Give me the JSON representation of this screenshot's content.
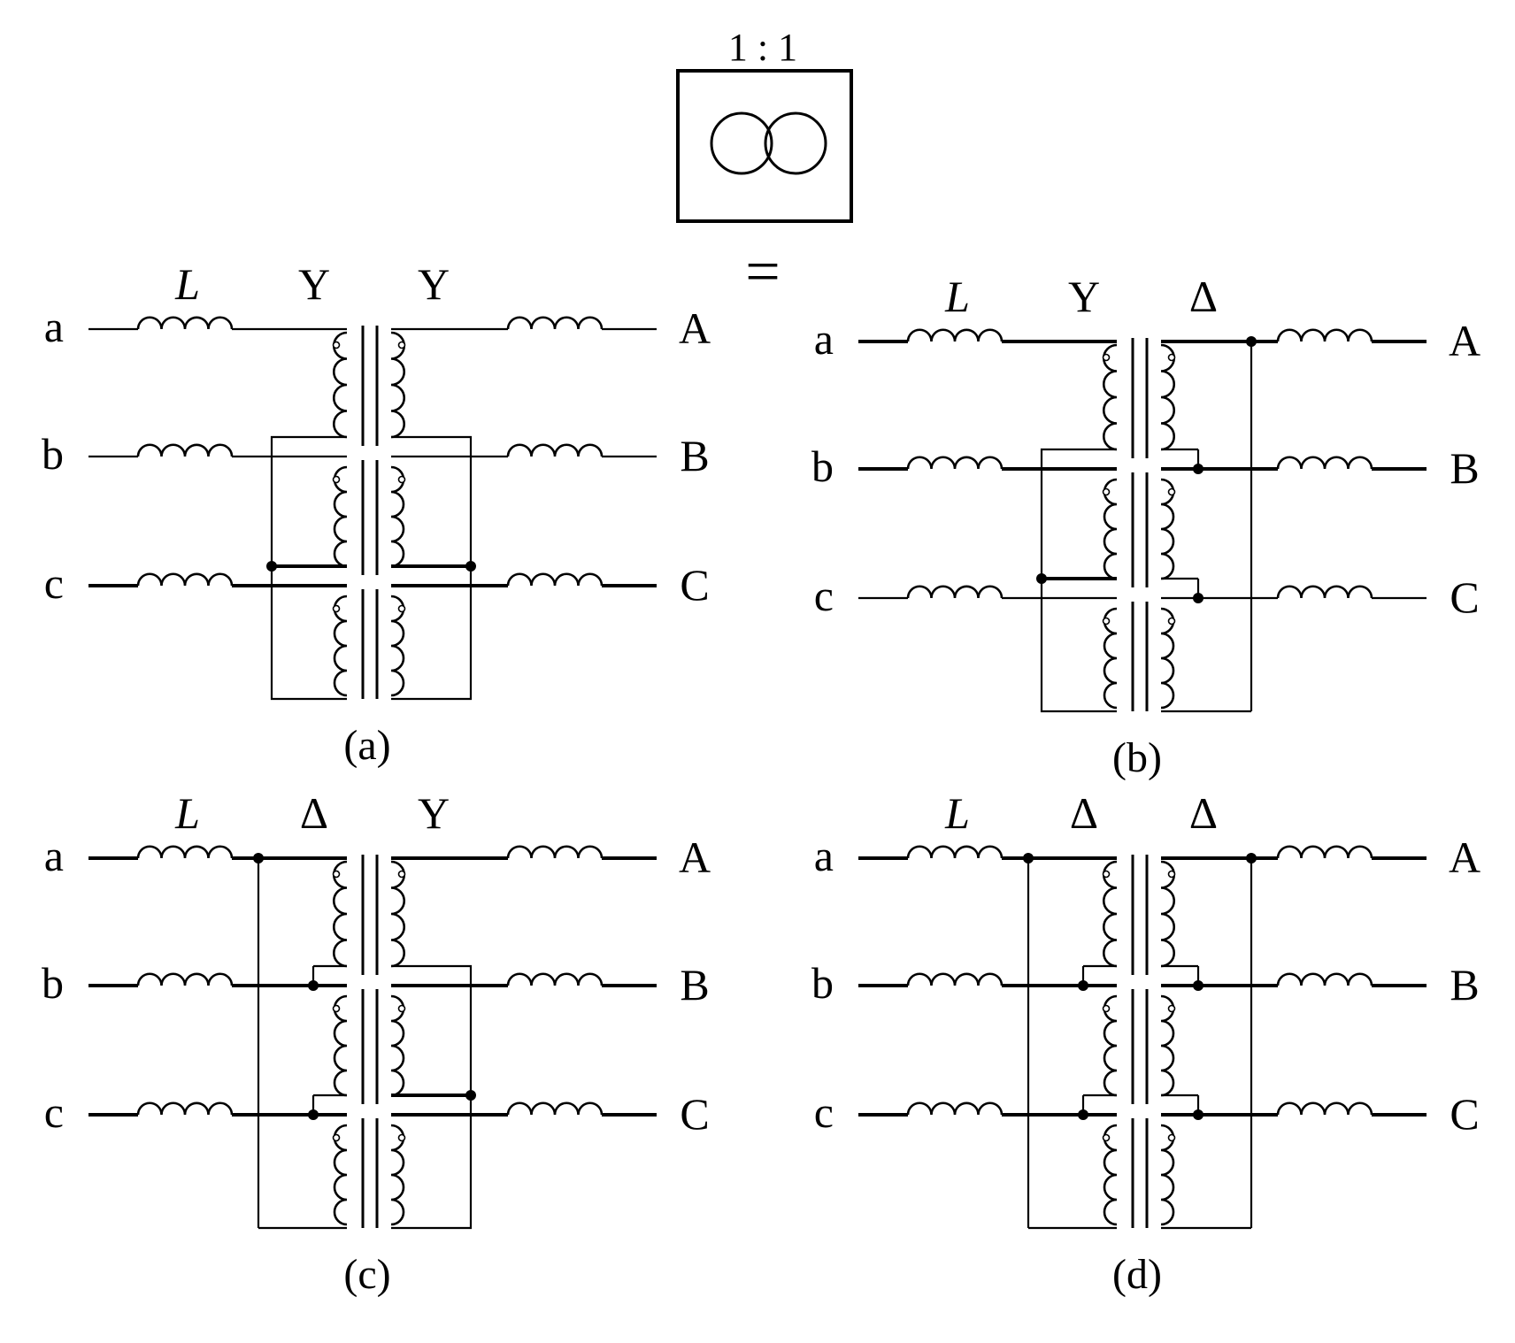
{
  "symbol": {
    "ratio": "1 : 1",
    "equals": "="
  },
  "panels": [
    {
      "id": "a",
      "caption": "(a)",
      "inductor_label": "L",
      "left_connection": "Y",
      "right_connection": "Y",
      "left_phases": [
        "a",
        "b",
        "c"
      ],
      "right_phases": [
        "A",
        "B",
        "C"
      ]
    },
    {
      "id": "b",
      "caption": "(b)",
      "inductor_label": "L",
      "left_connection": "Y",
      "right_connection": "Δ",
      "left_phases": [
        "a",
        "b",
        "c"
      ],
      "right_phases": [
        "A",
        "B",
        "C"
      ]
    },
    {
      "id": "c",
      "caption": "(c)",
      "inductor_label": "L",
      "left_connection": "Δ",
      "right_connection": "Y",
      "left_phases": [
        "a",
        "b",
        "c"
      ],
      "right_phases": [
        "A",
        "B",
        "C"
      ]
    },
    {
      "id": "d",
      "caption": "(d)",
      "inductor_label": "L",
      "left_connection": "Δ",
      "right_connection": "Δ",
      "left_phases": [
        "a",
        "b",
        "c"
      ],
      "right_phases": [
        "A",
        "B",
        "C"
      ]
    }
  ]
}
